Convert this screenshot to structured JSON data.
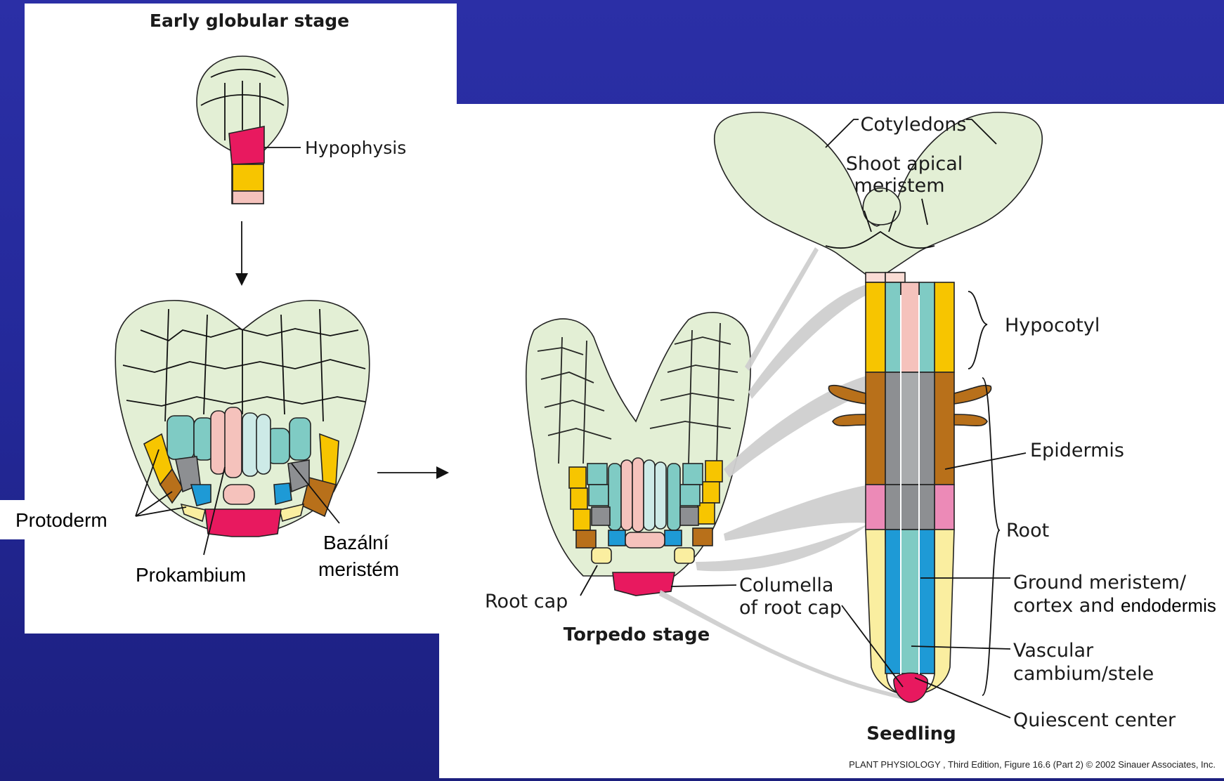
{
  "panels": {
    "left": {
      "stage_label": "Early globular stage",
      "labels": {
        "hypophysis": "Hypophysis",
        "protoderm": "Protoderm",
        "prokambium": "Prokambium",
        "bazalni_line1": "Bazální",
        "bazalni_line2": "meristém"
      }
    },
    "right": {
      "torpedo_label": "Torpedo stage",
      "seedling_label": "Seedling",
      "labels": {
        "cotyledons": "Cotyledons",
        "shoot_apical_1": "Shoot apical",
        "shoot_apical_2": "meristem",
        "hypocotyl": "Hypocotyl",
        "epidermis": "Epidermis",
        "root": "Root",
        "ground_1": "Ground meristem/",
        "ground_2a": "cortex and",
        "ground_2b": "endodermis",
        "vascular_1": "Vascular",
        "vascular_2": "cambium/stele",
        "quiescent": "Quiescent center",
        "root_cap": "Root cap",
        "columella_1": "Columella",
        "columella_2": "of root cap"
      },
      "credit": "PLANT PHYSIOLOGY , Third Edition, Figure 16.6 (Part 2)  © 2002 Sinauer Associates, Inc."
    }
  },
  "colors": {
    "ground_tissue": "#e3efd5",
    "hypophysis": "#e8195f",
    "yellow": "#f7c500",
    "pink_light": "#f5c2bc",
    "teal": "#7fcbc4",
    "blue": "#1e9ad6",
    "gray": "#8d8f92",
    "brown": "#b8701a",
    "pale_yellow": "#faeea0",
    "pink": "#ec8ab7",
    "root_shadow": "#cfcfcf"
  }
}
